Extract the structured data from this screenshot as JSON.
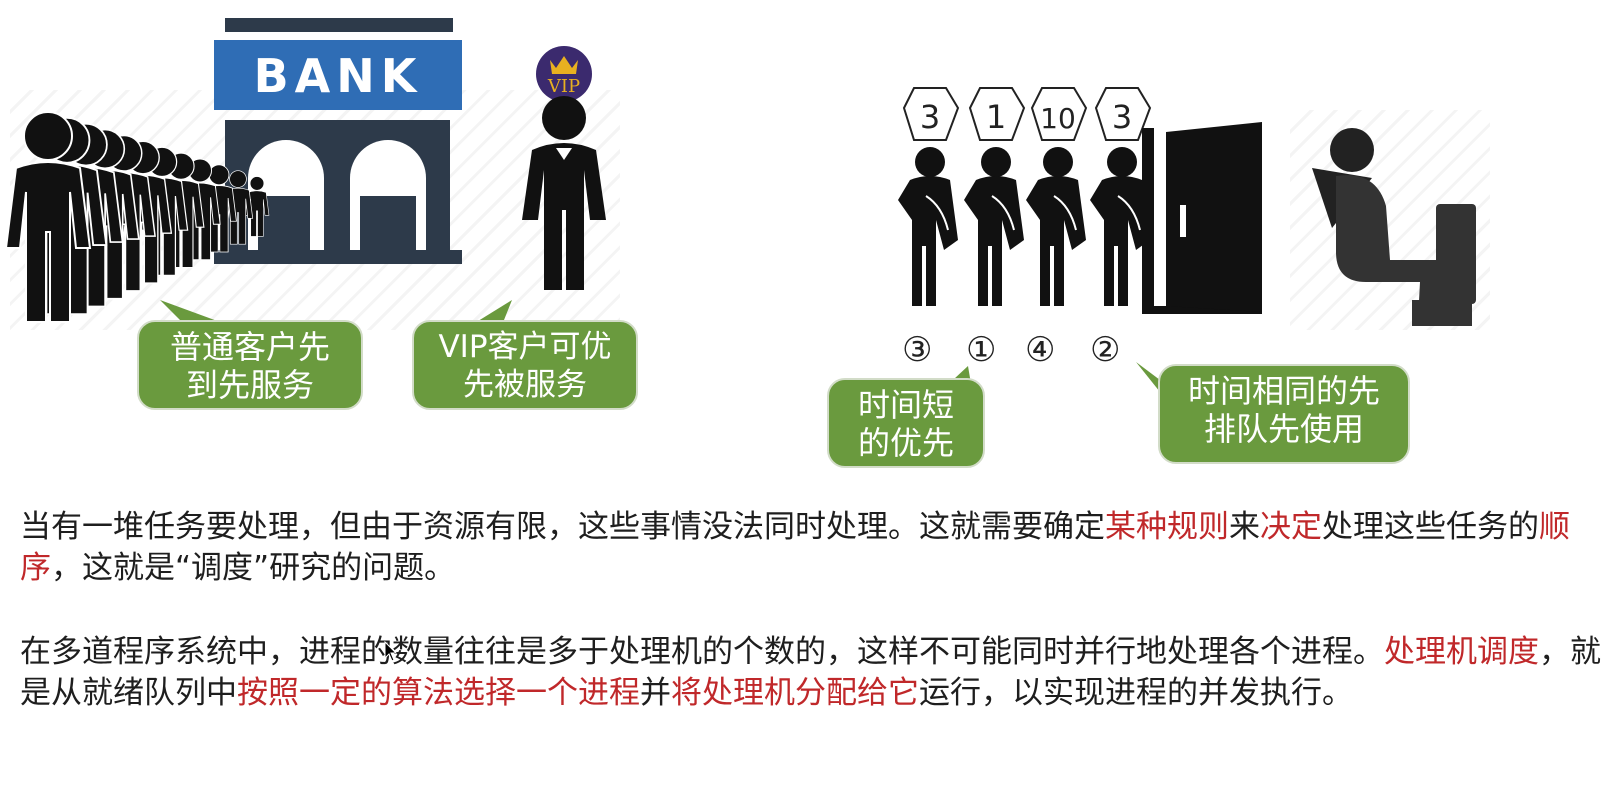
{
  "illustration_left": {
    "bank_sign": "BANK",
    "vip_badge": "VIP",
    "bubble_fcfs": [
      "普通客户先",
      "到先服务"
    ],
    "bubble_vip": [
      "VIP客户可优",
      "先被服务"
    ]
  },
  "illustration_right": {
    "burst_times": [
      "3",
      "1",
      "10",
      "3"
    ],
    "order_marks": [
      "③",
      "①",
      "④",
      "②"
    ],
    "bubble_short": [
      "时间短",
      "的优先"
    ],
    "bubble_same": [
      "时间相同的先",
      "排队先使用"
    ]
  },
  "paragraph1": [
    {
      "text": "当有一堆任务要处理，但由于资源有限，这些事情没法同时处理。这就需要确定",
      "hl": false
    },
    {
      "text": "某种规则",
      "hl": true
    },
    {
      "text": "来",
      "hl": false
    },
    {
      "text": "决定",
      "hl": true
    },
    {
      "text": "处理这些任务的",
      "hl": false
    },
    {
      "text": "顺序",
      "hl": true
    },
    {
      "text": "，这就是“调度”研究的问题。",
      "hl": false
    }
  ],
  "paragraph2": [
    {
      "text": "在多道程序系统中，进程的数量往往是多于处理机的个数的，这样不可能同时并行地处理各个进程。",
      "hl": false
    },
    {
      "text": "处理机调度",
      "hl": true
    },
    {
      "text": "，就是从就绪队列中",
      "hl": false
    },
    {
      "text": "按照一定的算法选择一个进程",
      "hl": true
    },
    {
      "text": "并",
      "hl": false
    },
    {
      "text": "将处理机分配给它",
      "hl": true
    },
    {
      "text": "运行，以实现进程的并发执行。",
      "hl": false
    }
  ],
  "colors": {
    "bubble": "#6a9a3e",
    "highlight": "#c0282a",
    "bank_sign": "#2f6db5"
  }
}
